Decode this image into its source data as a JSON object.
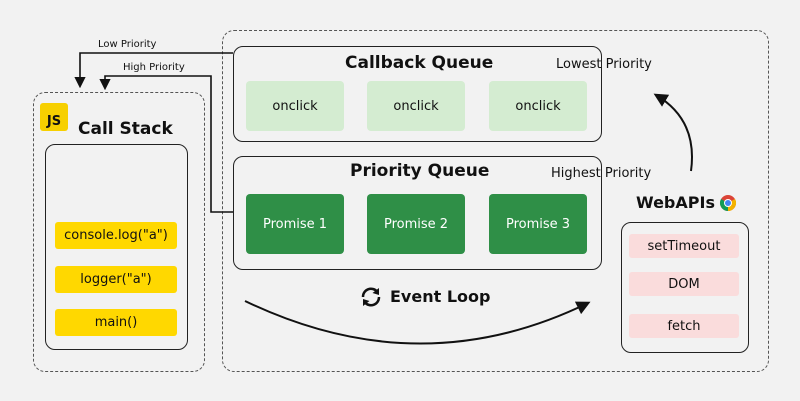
{
  "js_badge": "JS",
  "call_stack": {
    "title": "Call Stack",
    "items": [
      "console.log(\"a\")",
      "logger(\"a\")",
      "main()"
    ]
  },
  "callback_queue": {
    "title": "Callback Queue",
    "priority": "Lowest Priority",
    "items": [
      "onclick",
      "onclick",
      "onclick"
    ]
  },
  "priority_queue": {
    "title": "Priority Queue",
    "priority": "Highest Priority",
    "items": [
      "Promise 1",
      "Promise 2",
      "Promise 3"
    ]
  },
  "event_loop": {
    "label": "Event Loop"
  },
  "web_apis": {
    "title": "WebAPIs",
    "items": [
      "setTimeout",
      "DOM",
      "fetch"
    ]
  },
  "arrows": {
    "low_priority": "Low Priority",
    "high_priority": "High Priority"
  },
  "colors": {
    "background": "#f2f2f2",
    "callback_item": "#d4ecd1",
    "promise_item": "#2f8f47",
    "stack_item": "#ffd800",
    "api_item": "#fadcdc",
    "js_logo": "#f7d000"
  }
}
